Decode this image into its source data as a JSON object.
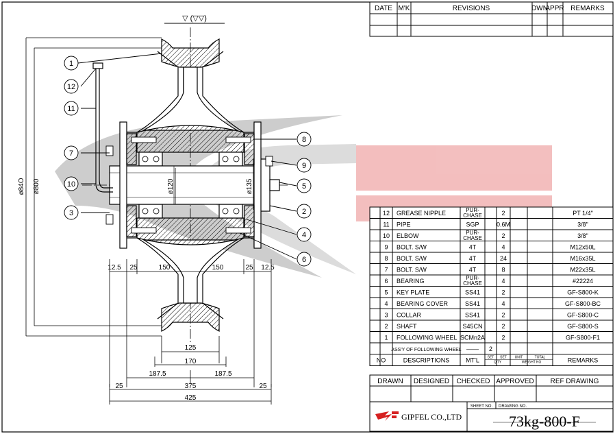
{
  "revision_block": {
    "headers": [
      "DATE",
      "M'K",
      "REVISIONS",
      "DWN",
      "APPR",
      "REMARKS"
    ]
  },
  "surface_symbol": "▽ (▽▽)",
  "dimensions": {
    "dia_840": "ø84O",
    "dia_800": "ø800",
    "dia_120": "ø120",
    "dia_135": "ø135",
    "d_12_5": "12.5",
    "d_25_left": "25",
    "d_150_left": "150",
    "d_150_right": "150",
    "d_25_right": "25",
    "d_12_5_right": "12.5",
    "d_125": "125",
    "d_170": "170",
    "d_187_5_left": "187.5",
    "d_187_5_right": "187.5",
    "d_375": "375",
    "d_425": "425",
    "d_25_bottom_left": "25",
    "d_25_bottom_right": "25"
  },
  "balloons": [
    "1",
    "2",
    "3",
    "4",
    "5",
    "6",
    "7",
    "8",
    "9",
    "10",
    "11",
    "12"
  ],
  "parts_list": {
    "rows": [
      {
        "no": "12",
        "description": "GREASE NIPPLE",
        "material": "PUR-\nCHASE",
        "set": "",
        "qty": "2",
        "unit": "",
        "total": "",
        "remarks": "PT 1/4\""
      },
      {
        "no": "11",
        "description": "PIPE",
        "material": "SGP",
        "set": "",
        "qty": "0.6M",
        "unit": "",
        "total": "",
        "remarks": "3/8\""
      },
      {
        "no": "10",
        "description": "ELBOW",
        "material": "PUR-\nCHASE",
        "set": "",
        "qty": "2",
        "unit": "",
        "total": "",
        "remarks": "3/8\""
      },
      {
        "no": "9",
        "description": "BOLT. S/W",
        "material": "4T",
        "set": "",
        "qty": "4",
        "unit": "",
        "total": "",
        "remarks": "M12x50L"
      },
      {
        "no": "8",
        "description": "BOLT. S/W",
        "material": "4T",
        "set": "",
        "qty": "24",
        "unit": "",
        "total": "",
        "remarks": "M16x35L"
      },
      {
        "no": "7",
        "description": "BOLT. S/W",
        "material": "4T",
        "set": "",
        "qty": "8",
        "unit": "",
        "total": "",
        "remarks": "M22x35L"
      },
      {
        "no": "6",
        "description": "BEARING",
        "material": "PUR-\nCHASE",
        "set": "",
        "qty": "4",
        "unit": "",
        "total": "",
        "remarks": "#22224"
      },
      {
        "no": "5",
        "description": "KEY PLATE",
        "material": "SS41",
        "set": "",
        "qty": "2",
        "unit": "",
        "total": "",
        "remarks": "GF-S800-K"
      },
      {
        "no": "4",
        "description": "BEARING COVER",
        "material": "SS41",
        "set": "",
        "qty": "4",
        "unit": "",
        "total": "",
        "remarks": "GF-S800-BC"
      },
      {
        "no": "3",
        "description": "COLLAR",
        "material": "SS41",
        "set": "",
        "qty": "2",
        "unit": "",
        "total": "",
        "remarks": "GF-S800-C"
      },
      {
        "no": "2",
        "description": "SHAFT",
        "material": "S45CN",
        "set": "",
        "qty": "2",
        "unit": "",
        "total": "",
        "remarks": "GF-S800-S"
      },
      {
        "no": "1",
        "description": "FOLLOWING WHEEL",
        "material": "SCMn2A",
        "set": "",
        "qty": "2",
        "unit": "",
        "total": "",
        "remarks": "GF-S800-F1"
      }
    ],
    "assy_label": "ASS'Y OF FOLLOWING WHEEL",
    "assy_material": "——",
    "assy_set": "2",
    "footer": {
      "no": "NO",
      "descriptions": "DESCRIPTIONS",
      "material": "MT'L",
      "set": "SET",
      "set2": "SET",
      "qty": "Q'TY",
      "unit": "UNIT",
      "total": "TOTAL",
      "weight": "WEIGHT KG",
      "remarks": "REMARKS"
    }
  },
  "title_block": {
    "drawn": "DRAWN",
    "designed": "DESIGNED",
    "checked": "CHECKED",
    "approved": "APPROVED",
    "ref_drawing": "REF DRAWING",
    "sheet_no": "SHEET NO.",
    "drawing_no_label": "DRAWING NO.",
    "company": "GIPFEL CO.,LTD",
    "drawing_no": "73kg-800-F"
  },
  "colors": {
    "logo_gray": "#c8c8c8",
    "logo_red": "#f2b8b8",
    "logo_mark": "#d62020"
  }
}
